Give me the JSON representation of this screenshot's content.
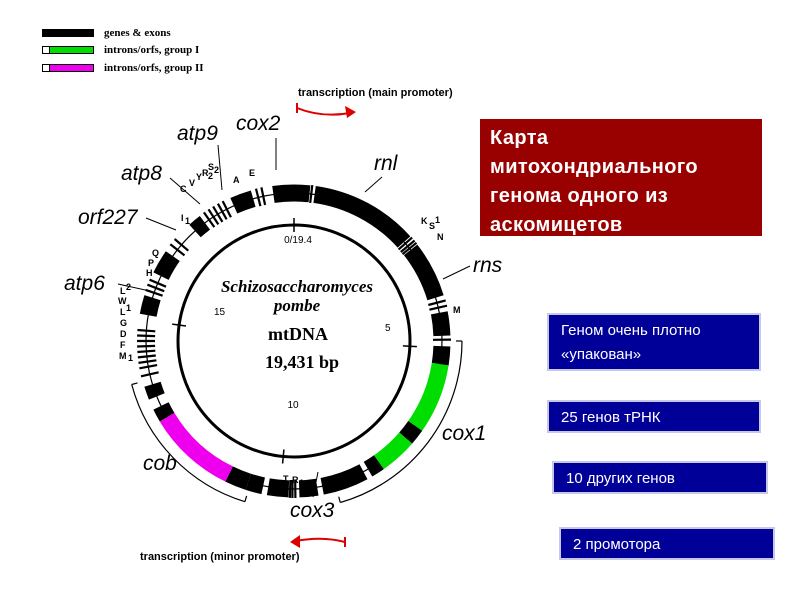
{
  "legend": [
    {
      "label": "genes & exons",
      "color": "#000000"
    },
    {
      "label": "introns/orfs, group I",
      "color": "#00dd00"
    },
    {
      "label": "introns/orfs, group II",
      "color": "#ee00ee"
    }
  ],
  "genome": {
    "organism_line1": "Schizosaccharomyces",
    "organism_line2": "pombe",
    "molecule": "mtDNA",
    "size": "19,431 bp",
    "scale_marks": [
      "0/19.4",
      "5",
      "10",
      "15"
    ]
  },
  "genes": {
    "cox2": "cox2",
    "rnl": "rnl",
    "rns": "rns",
    "cox1": "cox1",
    "cox3": "cox3",
    "cob": "cob",
    "atp6": "atp6",
    "orf227": "orf227",
    "atp8": "atp8",
    "atp9": "atp9"
  },
  "trna_labels": {
    "A": "A",
    "E": "E",
    "K": "K",
    "S1": "S",
    "S1sub": "1",
    "N": "N",
    "M": "M",
    "T": "T",
    "R1": "R",
    "R1sub": "1",
    "Q": "Q",
    "P": "P",
    "H": "H",
    "L2": "L",
    "L2sub": "2",
    "W": "W",
    "L1": "L",
    "L1sub": "1",
    "G": "G",
    "D": "D",
    "F": "F",
    "M1": "M",
    "M1sub": "1",
    "I1": "I",
    "I1sub": "1",
    "C": "C",
    "V": "V",
    "Y": "Y",
    "R2": "R",
    "R2sub": "2",
    "S2": "S",
    "S2sub": "2"
  },
  "transcription": {
    "main": "transcription (main promoter)",
    "minor": "transcription (minor promoter)",
    "arrow_color": "#dd0000"
  },
  "panels": {
    "title": "Карта митохондриального генома одного из аскомицетов",
    "packed": "Геном очень плотно «упакован»",
    "trna_count": "25 генов тРНК",
    "other_genes": "10 других генов",
    "promoters": "2 промотора"
  },
  "colors": {
    "exon": "#000000",
    "group1": "#00dd00",
    "group2": "#ee00ee",
    "title_bg": "#990000",
    "info_bg": "#000099"
  }
}
